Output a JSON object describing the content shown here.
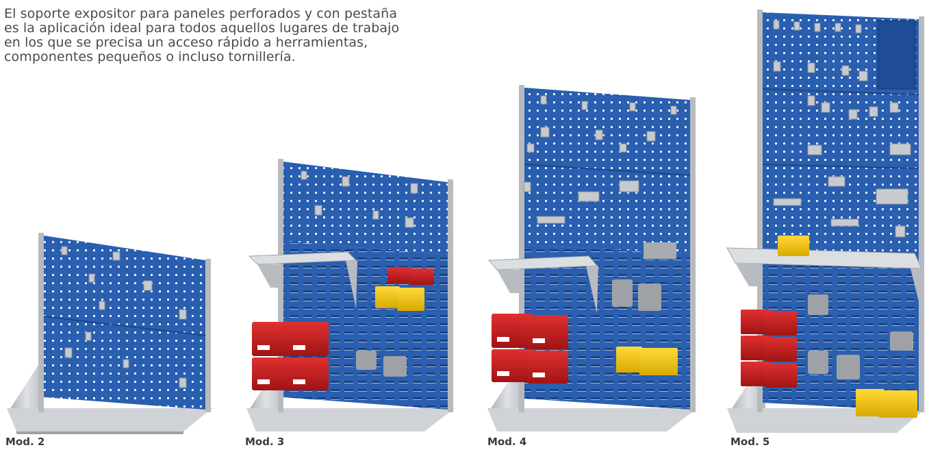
{
  "intro": {
    "lines": [
      "El soporte expositor para paneles perforados y con pestaña",
      "es la aplicación ideal para todos aquellos lugares de trabajo",
      "en los que se precisa un acceso rápido a herramientas,",
      "componentes pequeños o incluso tornillería."
    ]
  },
  "models": [
    {
      "label": "Mod. 2"
    },
    {
      "label": "Mod. 3"
    },
    {
      "label": "Mod. 4"
    },
    {
      "label": "Mod. 5"
    }
  ],
  "colors": {
    "text": "#4a4a4a",
    "panel_blue": "#2a5fb0",
    "frame_grey": "#c9ccd0",
    "bin_red": "#c81e1e",
    "bin_yellow": "#f2c400"
  }
}
